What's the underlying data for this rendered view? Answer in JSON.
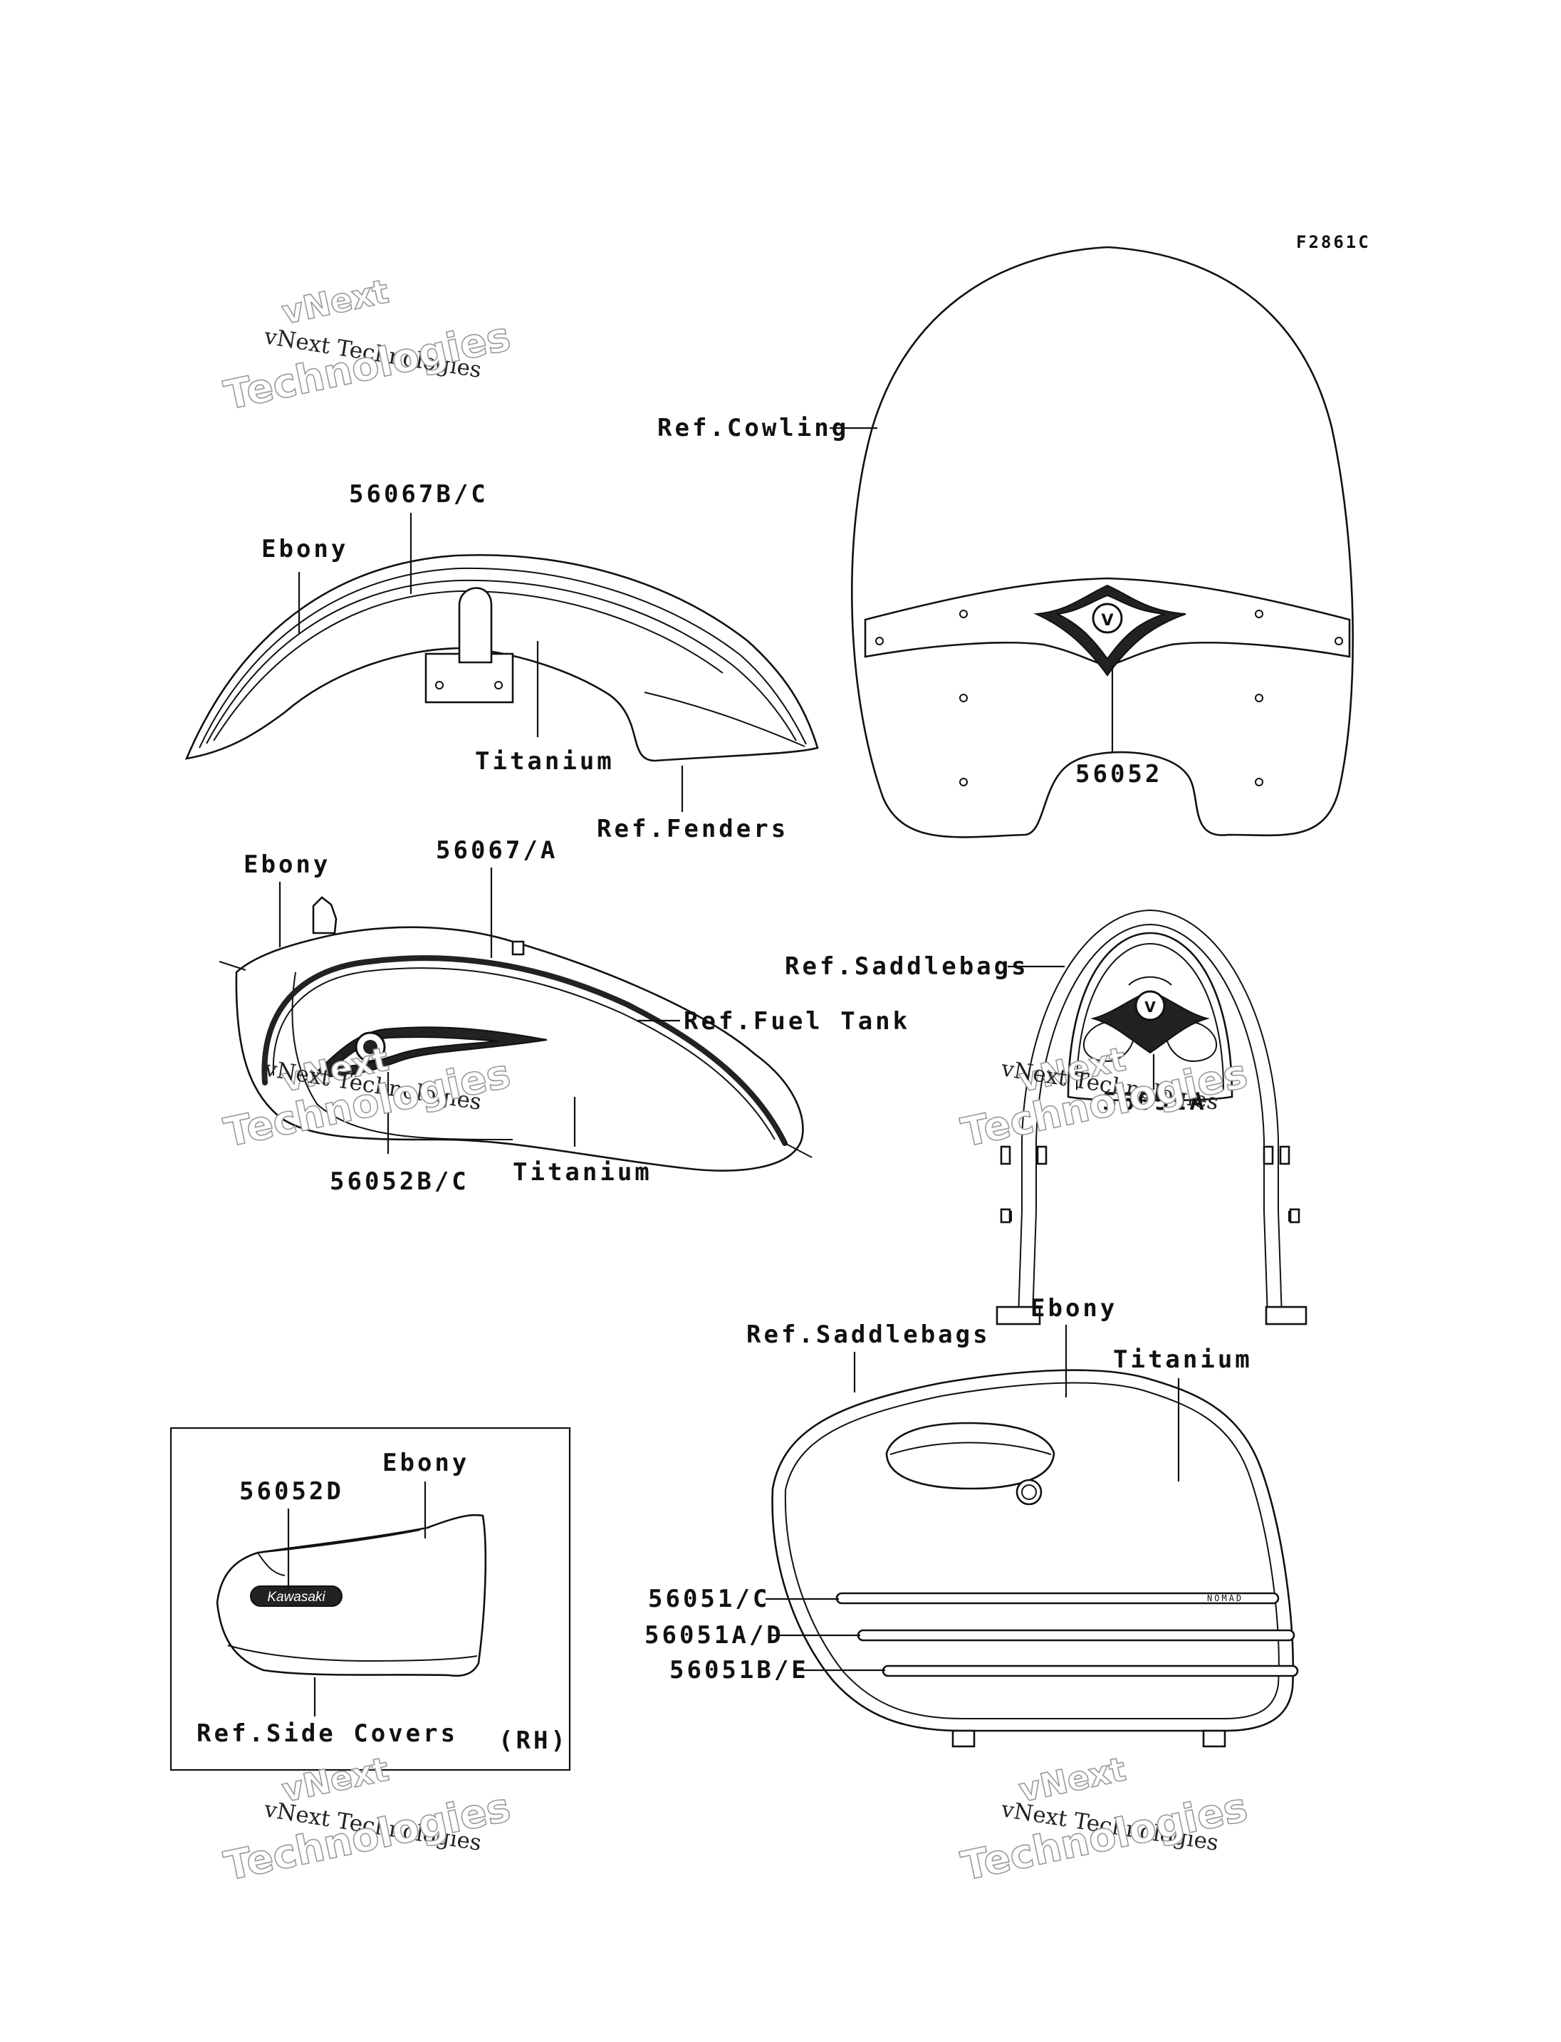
{
  "figure_code": "F2861C",
  "watermark": {
    "line1": "vNext Technologies",
    "line2": "Technologies",
    "line3": "vNext"
  },
  "labels": {
    "cowling_ref": "Ref.Cowling",
    "front_fender_part": "56067B/C",
    "front_fender_ebony": "Ebony",
    "front_fender_titanium": "Titanium",
    "fenders_ref": "Ref.Fenders",
    "windshield_emblem_part": "56052",
    "tank_ebony": "Ebony",
    "tank_stripe_part": "56067/A",
    "fuel_tank_ref": "Ref.Fuel Tank",
    "tank_emblem_part": "56052B/C",
    "tank_titanium": "Titanium",
    "backrest_ref": "Ref.Saddlebags",
    "backrest_emblem_part": "56052A",
    "saddlebag_ref": "Ref.Saddlebags",
    "saddlebag_ebony": "Ebony",
    "saddlebag_titanium": "Titanium",
    "saddlebag_stripe1": "56051/C",
    "saddlebag_stripe2": "56051A/D",
    "saddlebag_stripe3": "56051B/E",
    "side_cover_ebony": "Ebony",
    "side_cover_part": "56052D",
    "side_cover_ref": "Ref.Side Covers",
    "side_cover_side": "(RH)"
  },
  "decal_text": {
    "kawasaki": "Kawasaki",
    "nomad": "NOMAD"
  }
}
